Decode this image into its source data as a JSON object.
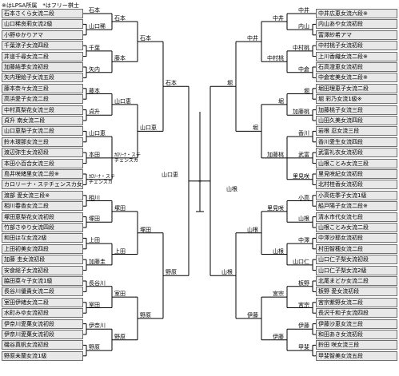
{
  "note": "※はLPSA所属　*はフリー棋士",
  "left_players": [
    "石本さくら女流二段",
    "山口稀良莉女流2級",
    "小野ゆかりアマ",
    "千葉涼子女流四段",
    "井道千尋女流二段",
    "加藤結季女流初段",
    "矢内理絵子女流五段",
    "藤本奈々女流三段",
    "高浜愛子女流二段",
    "中村真梨花女流三段",
    "貞升 南女流二段",
    "山口恵梨子女流二段",
    "鈴木環那女流三段",
    "渡辺弥生女流初段",
    "本田小百合女流三段",
    "島井咲緒里女流二段※",
    "カロリーナ・ステチェンスカ女流1級",
    "渡部 愛女流三段※",
    "相川春香女流二段",
    "塚田恵梨花女流初段",
    "竹部さゆり女流四段",
    "和田はな女流2級",
    "上田初美女流四段",
    "加藤 圭女流初段",
    "安食総子女流初段",
    "脇田菜々子女流1級",
    "長谷川優貴女流二段",
    "室田伊緒女流二段",
    "水町みゆ女流初段",
    "伊奈川愛菓女流初段",
    "伊奈川愛菓女流初段",
    "磯谷真帆女流初段",
    "野原未蘭女流1級"
  ],
  "right_players": [
    "中井広恵女流六段※",
    "内山あや女流初段",
    "富澤紗希アマ",
    "中村桃子女流初段",
    "上川香織女流二段※",
    "石高澄恵女流初段",
    "中倉宏美女流二段※",
    "堀田理恵子女流二段",
    "堀 彩乃女流1級※",
    "加藤桃子女流三段",
    "山田久美女流四段",
    "岩根 忍女流三段",
    "香川愛生女流四段",
    "武富礼衣女流初段",
    "山根ことみ女流三段",
    "里見咲紀女流初段",
    "北村桂香女流初段",
    "小高佐季子女流1級",
    "船戸陽子女流二段※",
    "清水市代女流七段",
    "山根ことみ女流二段",
    "中澤沙耶女流初段",
    "村田智穂女流二段",
    "山口仁子梨女流初段",
    "山口仁子梨女流2級",
    "北尾まどか女流二段",
    "板野 愛女流初段",
    "宮宗紫野女流二段",
    "長沢千和子女流四段",
    "伊藤沙恵女流三段",
    "和田あき女流初段",
    "鈴田 咲女流三段",
    "甲斐智美女流五段"
  ],
  "left_r1": [
    "石本",
    "山口稀",
    "千葉",
    "矢内",
    "藤本",
    "貞升",
    "山口恵",
    "本田",
    "ｶﾛﾘｰﾅ・ステチェンスカ",
    "相川",
    "塚田",
    "上田",
    "加藤圭",
    "長谷川",
    "室田",
    "伊奈川",
    "野原"
  ],
  "left_r2": [
    "石本",
    "藤本",
    "山口恵",
    "ｶﾛﾘｰﾅ・ステチェンスカ",
    "塚田",
    "上田",
    "室田",
    "野原"
  ],
  "left_r3": [
    "石本",
    "山口恵",
    "塚田",
    "野原"
  ],
  "right_r1": [
    "中井",
    "内山",
    "中村桃",
    "中倉",
    "堀",
    "加藤桃",
    "香川",
    "武富",
    "里見咲",
    "小高",
    "山根",
    "中澤",
    "山口仁",
    "板野",
    "宮宗",
    "伊藤",
    "甲斐"
  ],
  "right_r2": [
    "中井",
    "中村桃",
    "堀",
    "加藤桃",
    "里見咲",
    "山根",
    "宮宗",
    "伊藤"
  ],
  "right_r3": [
    "中井",
    "堀",
    "山根",
    "伊藤"
  ],
  "left_r4": [
    "石本",
    "野原"
  ],
  "right_r4": [
    "堀",
    "山根"
  ],
  "left_r5": [
    "山口恵"
  ],
  "right_r5": [
    "山根"
  ],
  "colors": {
    "box_fill": "#e8e8e8",
    "box_border": "#6e6e6e",
    "line": "#000000"
  }
}
